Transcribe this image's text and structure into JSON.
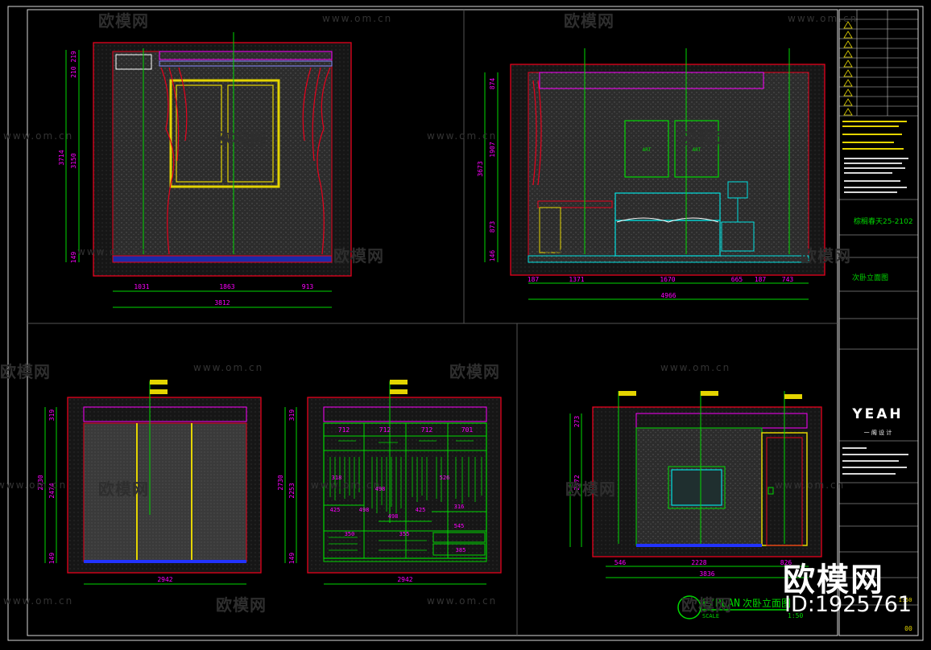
{
  "watermark": {
    "brand": "欧模网",
    "url": "www.om.cn",
    "id_text": "ID:1925761"
  },
  "elevations": {
    "e1": {
      "dims_v": [
        "210 219",
        "3714",
        "3150",
        "149"
      ],
      "dims_h": [
        "1031",
        "1863",
        "913"
      ],
      "total": "3812"
    },
    "e2": {
      "dims_v": [
        "874",
        "1907",
        "3673",
        "873",
        "146"
      ],
      "dims_h": [
        "187",
        "1371",
        "1670",
        "665",
        "187",
        "743"
      ],
      "total": "4966",
      "art": [
        "ART",
        "ART"
      ]
    },
    "e3": {
      "dims_v": [
        "319",
        "2730",
        "2474",
        "149"
      ],
      "total": "2942"
    },
    "e4": {
      "dims_v": [
        "319",
        "2730",
        "2253",
        "149"
      ],
      "total": "2942",
      "top_row": [
        "712",
        "712",
        "712",
        "701"
      ],
      "inner": [
        "318",
        "498",
        "526",
        "425",
        "498",
        "498",
        "425",
        "316",
        "350",
        "355",
        "545",
        "385"
      ]
    },
    "e5": {
      "dims_v": [
        "273",
        "2372"
      ],
      "dims_h": [
        "546",
        "2228",
        "826"
      ],
      "total": "3836"
    }
  },
  "title_block": {
    "project": "棕榈春天25-2102",
    "drawing_name": "次卧立面图",
    "company_en": "YEAH",
    "company_cn": "一 阁 设 计",
    "scale": "1:50",
    "sheet": "00"
  },
  "caption": {
    "en": "E/PLAN",
    "sub": "SCALE",
    "cn": "次卧立面图",
    "scale": "1:50"
  },
  "colors": {
    "red": "#e8001c",
    "green": "#00d800",
    "yellow": "#e4d400",
    "magenta": "#ff00ff",
    "cyan": "#00e0e0",
    "white": "#ffffff",
    "blue": "#2233ff"
  }
}
